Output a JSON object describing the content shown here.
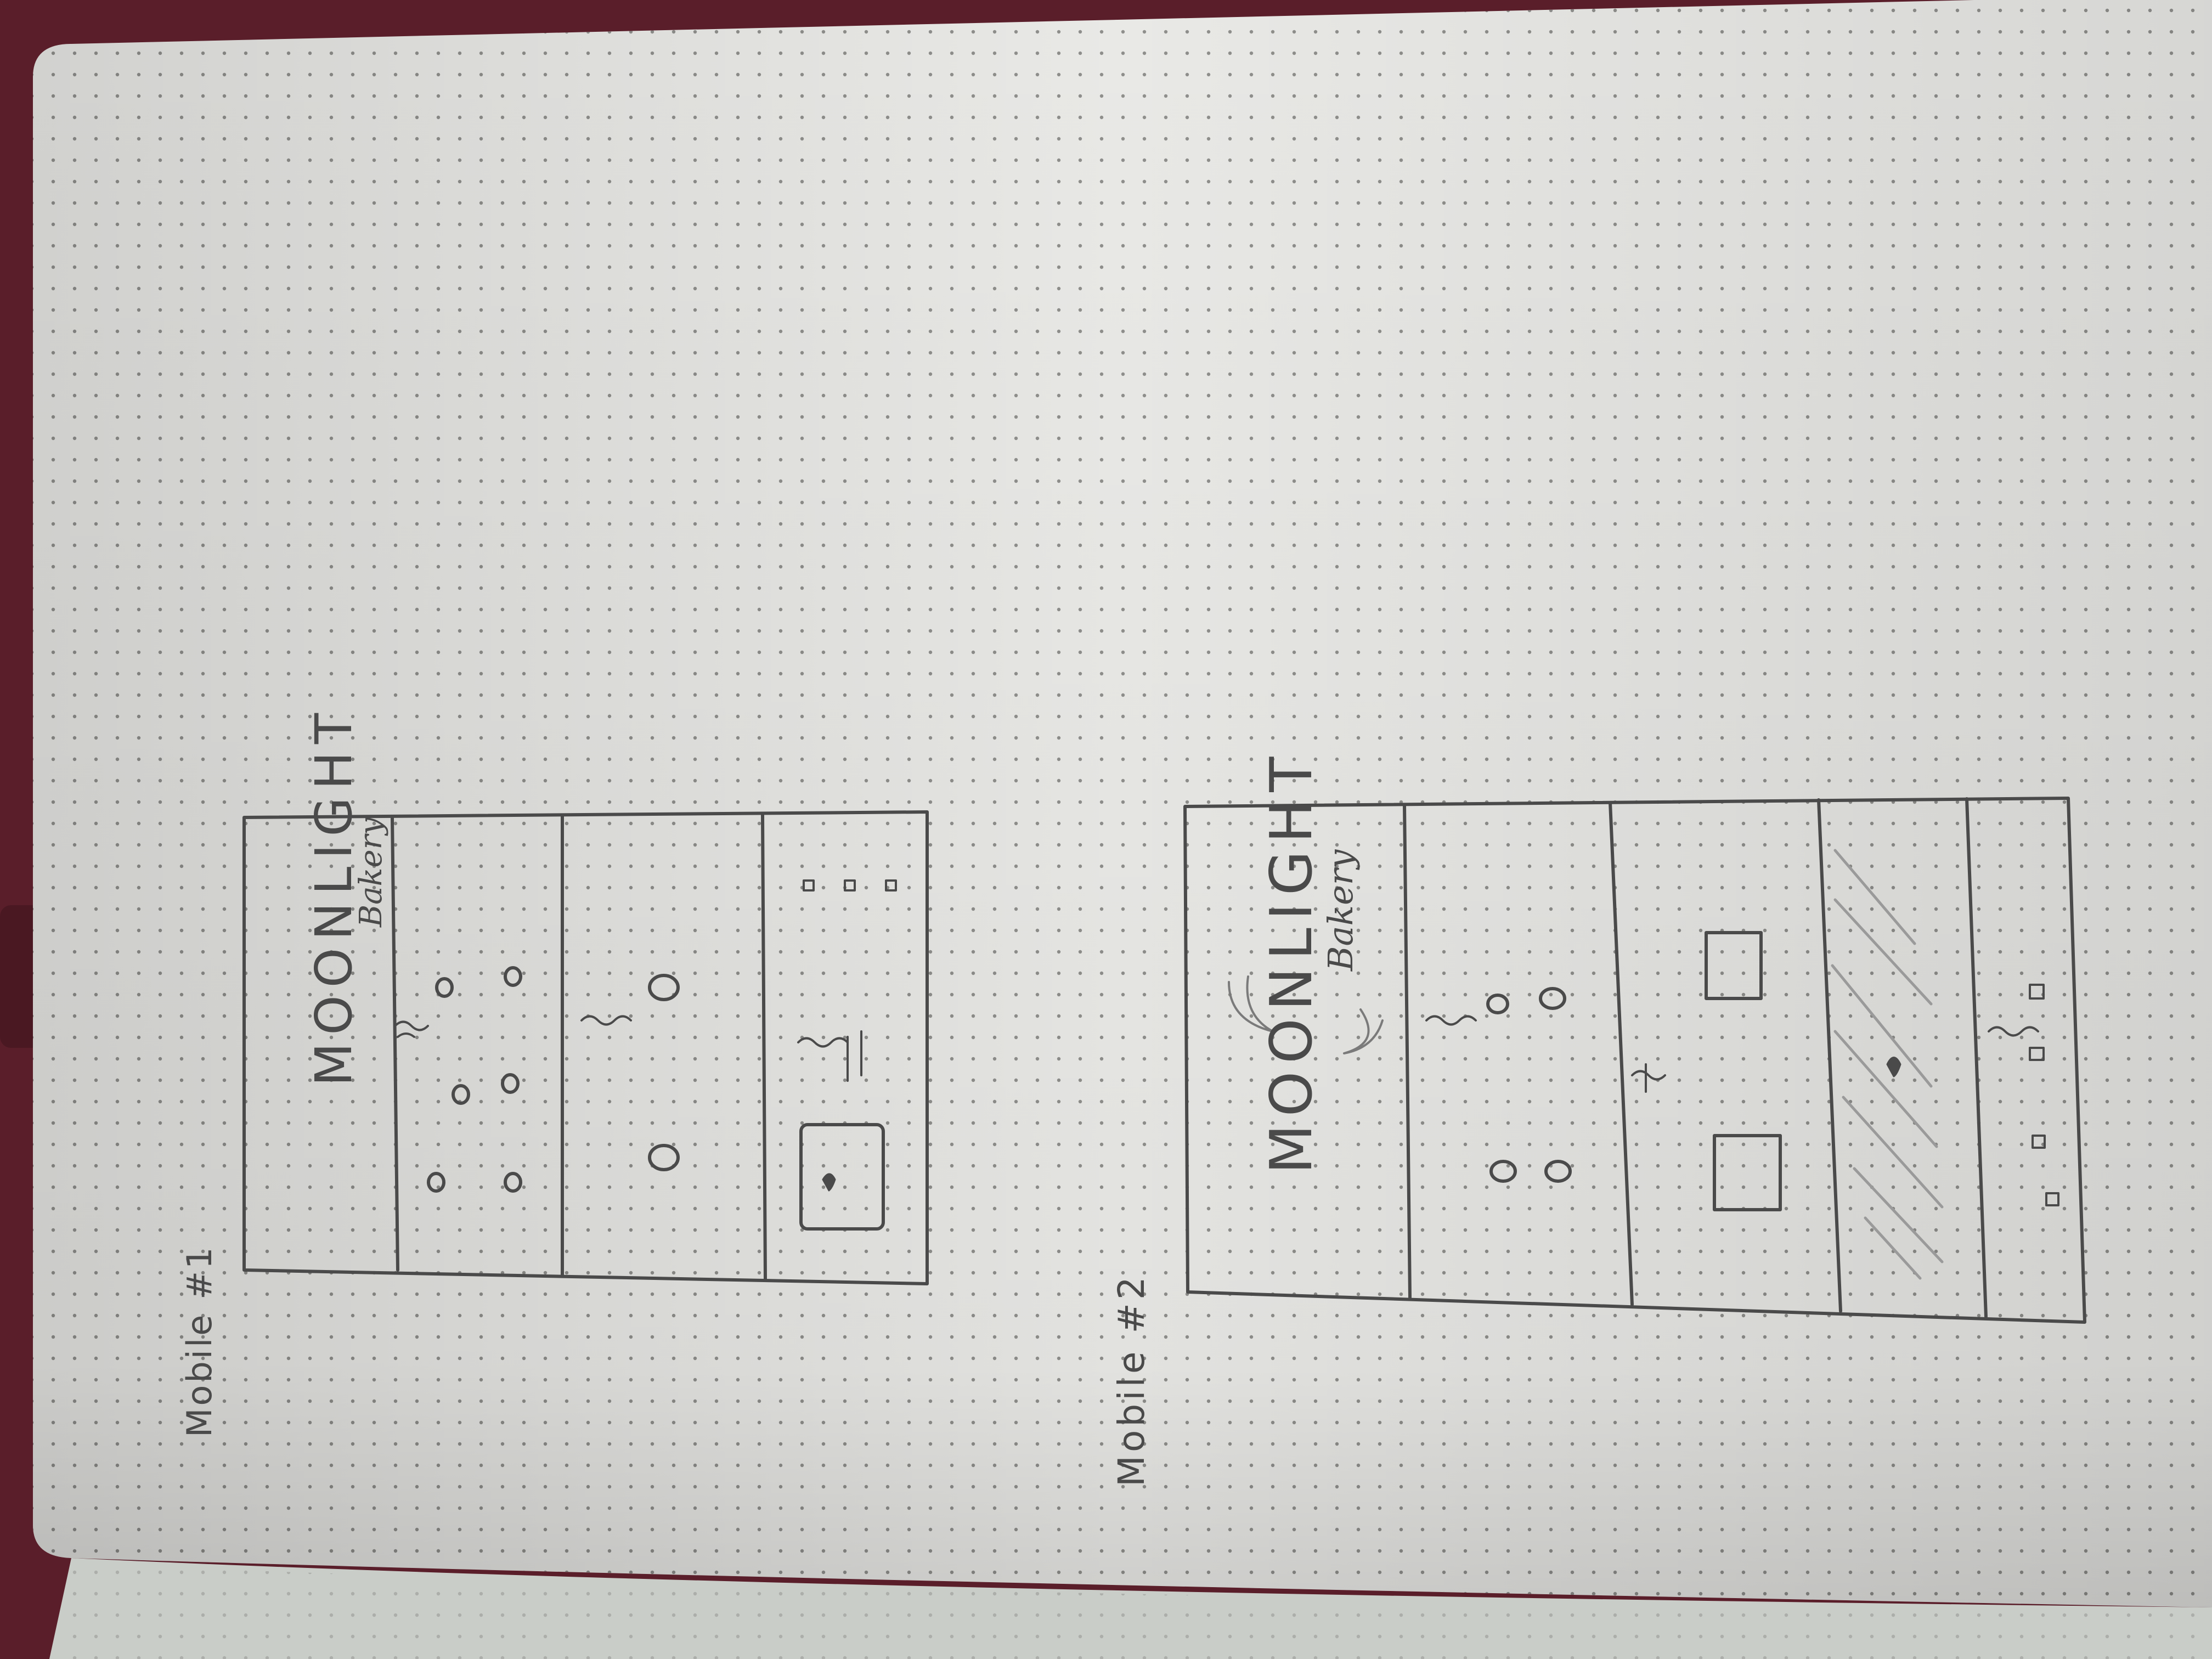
{
  "page": {
    "background": "#e9e9e6",
    "dot_color": "#8f8f8c",
    "ink_color": "#4a4a4a",
    "cover_color": "#5a1e2a"
  },
  "sketch1": {
    "label": "Mobile #1",
    "logo_main": "MOONLIGHT",
    "logo_sub": "Bakery"
  },
  "sketch2": {
    "label": "Mobile #2",
    "logo_main": "MOONLIGHT",
    "logo_sub": "Bakery"
  }
}
